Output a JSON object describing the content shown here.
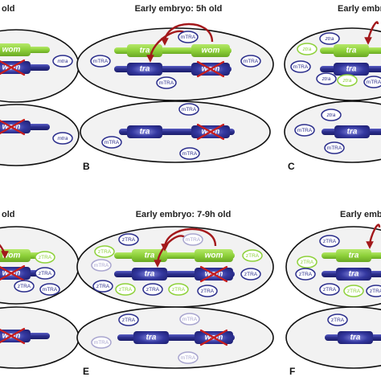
{
  "colors": {
    "green": "#8ed13a",
    "blue": "#2b2e8c",
    "light_purple": "#a9a6cf",
    "arrow_red": "#a3181b",
    "cross_red": "#c81d1d",
    "ellipse_fill": "#f2f2f2",
    "ellipse_stroke": "#111111"
  },
  "rows": [
    {
      "panels": [
        {
          "id": "A",
          "title": "",
          "title_visible": "old",
          "label": ""
        },
        {
          "id": "B",
          "title": "Early embryo: 5h old",
          "label": "B"
        },
        {
          "id": "C",
          "title": "Early embryo",
          "label": "C"
        }
      ]
    },
    {
      "panels": [
        {
          "id": "D",
          "title": "",
          "title_visible": "old",
          "label": ""
        },
        {
          "id": "E",
          "title": "Early embryo: 7-9h old",
          "label": "E"
        },
        {
          "id": "F",
          "title": "Early embr",
          "label": "F"
        }
      ]
    }
  ],
  "genes": {
    "tra": "tra",
    "wom": "wom"
  },
  "bubbles": {
    "mtra": "mtra",
    "mTRA": "mTRA",
    "ztra": "ztra",
    "zTRA": "zTRA"
  }
}
